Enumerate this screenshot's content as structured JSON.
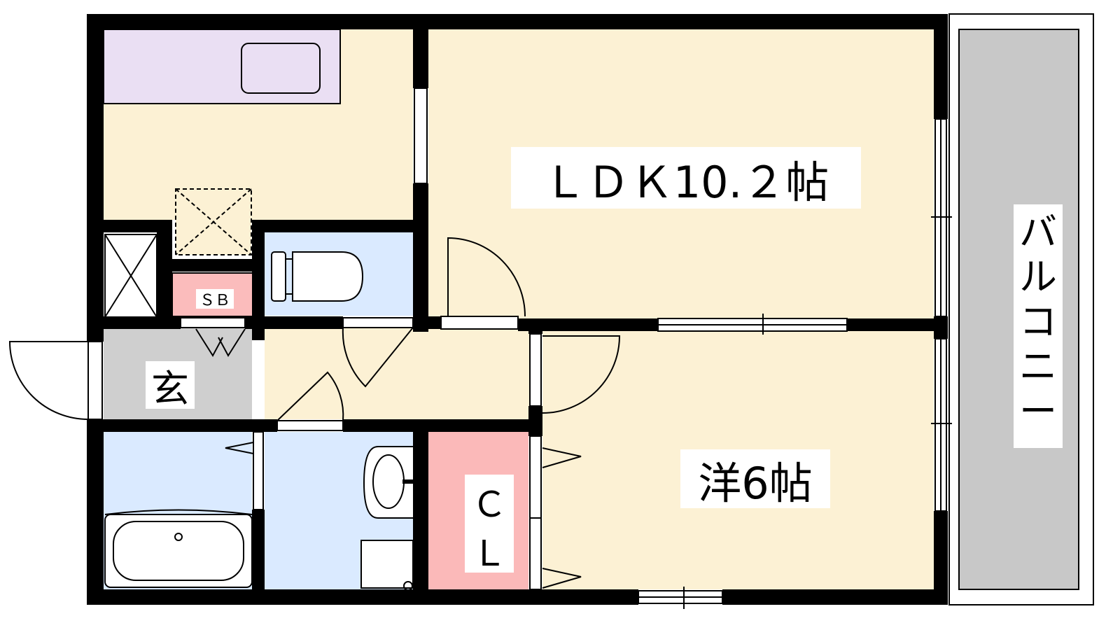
{
  "rooms": {
    "ldk": {
      "label": "ＬＤＫ10.２帖"
    },
    "western": {
      "label": "洋6帖"
    },
    "entrance": {
      "label": "玄"
    },
    "closet": {
      "label_line1": "Ｃ",
      "label_line2": "Ｌ"
    },
    "shoe_box": {
      "label": "ＳＢ"
    },
    "balcony": {
      "label_chars": [
        "バ",
        "ル",
        "コ",
        "ニ",
        "ー"
      ]
    }
  },
  "colors": {
    "wall": "#000000",
    "floor_wood": "#fcf1d4",
    "wet_area": "#daeaff",
    "entrance": "#cfcfcf",
    "closet": "#fbb9b9",
    "balcony": "#c8c8c8",
    "kitchen_counter": "#eadff3",
    "shoe_box": "#fbbcbc",
    "storage": "#fcf1d4"
  }
}
